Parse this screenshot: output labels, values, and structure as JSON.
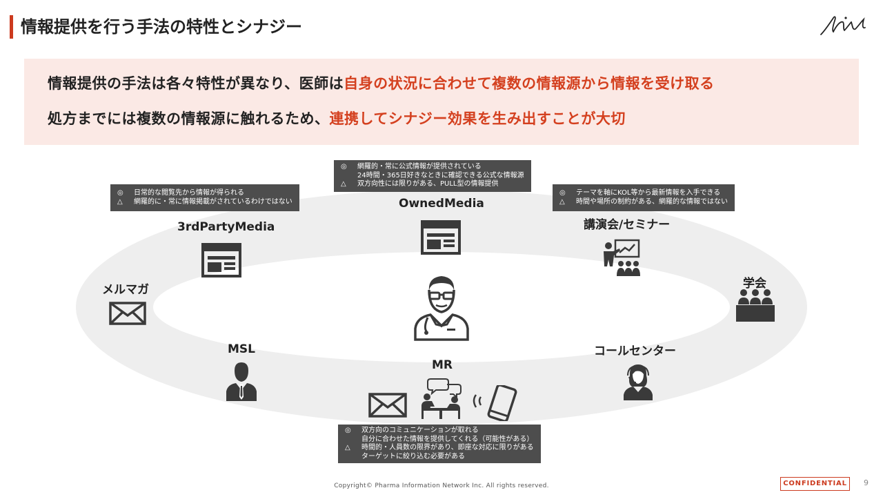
{
  "header": {
    "title": "情報提供を行う手法の特性とシナジー"
  },
  "banner": {
    "line1_plain": "情報提供の手法は各々特性が異なり、医師は",
    "line1_highlight": "自身の状況に合わせて複数の情報源から情報を受け取る",
    "line2_plain": "処方までには複数の情報源に触れるため、",
    "line2_highlight": "連携してシナジー効果を生み出すことが大切",
    "highlight_color": "#d4401f"
  },
  "channels": {
    "owned": "OwnedMedia",
    "third": "3rdPartyMedia",
    "seminar": "講演会/セミナー",
    "gakkai": "学会",
    "mailmag": "メルマガ",
    "msl": "MSL",
    "callcenter": "コールセンター",
    "mr": "MR"
  },
  "callouts": {
    "owned": {
      "m1": "◎",
      "t1": "網羅的・常に公式情報が提供されている",
      "t2": "24時間・365日好きなときに確認できる公式な情報源",
      "m3": "△",
      "t3": "双方向性には限りがある、PULL型の情報提供"
    },
    "third": {
      "m1": "◎",
      "t1": "日常的な閲覧先から情報が得られる",
      "m2": "△",
      "t2": "網羅的に・常に情報掲載がされているわけではない"
    },
    "seminar": {
      "m1": "◎",
      "t1": "テーマを軸にKOL等から最新情報を入手できる",
      "m2": "△",
      "t2": "時間や場所の制約がある、網羅的な情報ではない"
    },
    "mr": {
      "m1": "◎",
      "t1": "双方向のコミュニケーションが取れる",
      "t2": "自分に合わせた情報を提供してくれる（可能性がある）",
      "m3": "△",
      "t3": "時間的・人員数の限界があり、即座な対応に限りがある",
      "t4": "ターゲットに絞り込む必要がある"
    }
  },
  "icons": [
    "browser-icon",
    "presenter-icon",
    "audience-icon",
    "envelope-icon",
    "businessman-icon",
    "doctor-icon",
    "operator-icon",
    "meeting-icon",
    "smartphone-icon",
    "signature-logo"
  ],
  "colors": {
    "accent": "#cc3a1e",
    "banner_bg": "#fbe9e5",
    "callout_bg": "#4d4d4d",
    "ring": "#eeeeee",
    "icon": "#3a3a3a"
  },
  "footer": {
    "copyright": "Copyright© Pharma Information Network Inc. All rights reserved.",
    "confidential": "CONFIDENTIAL",
    "page": "9"
  }
}
